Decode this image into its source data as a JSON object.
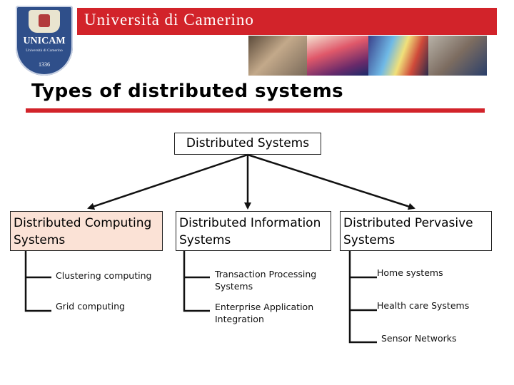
{
  "header": {
    "logo": {
      "name": "UNICAM",
      "subtitle": "Università di Camerino",
      "year": "1336"
    },
    "university_title": "Università di Camerino",
    "accent_color": "#d2232a"
  },
  "slide": {
    "title": "Types of distributed systems"
  },
  "diagram": {
    "root": "Distributed Systems",
    "branches": [
      {
        "label": "Distributed Computing Systems",
        "children": [
          "Clustering computing",
          "Grid computing"
        ]
      },
      {
        "label": "Distributed Information Systems",
        "children": [
          "Transaction Processing Systems",
          "Enterprise Application Integration"
        ]
      },
      {
        "label": "Distributed Pervasive Systems",
        "children": [
          "Home systems",
          "Health care Systems",
          "Sensor Networks"
        ]
      }
    ]
  }
}
